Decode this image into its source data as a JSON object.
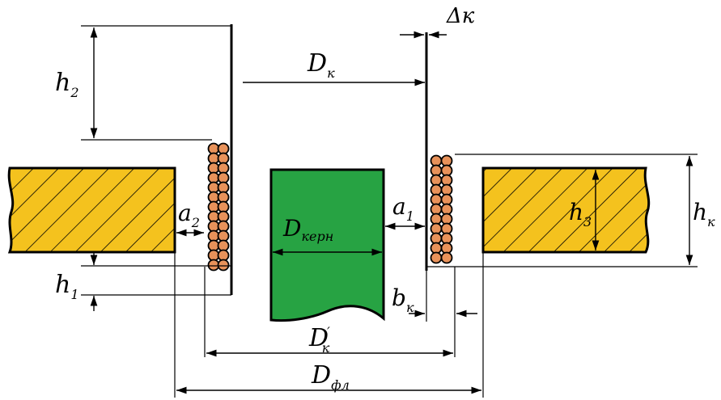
{
  "colors": {
    "yoke": "#f4c21e",
    "core": "#27a343",
    "coil": "#e8925a",
    "outline": "#000000"
  },
  "labels": {
    "h2": "h",
    "h2_sub": "2",
    "h1": "h",
    "h1_sub": "1",
    "h3": "h",
    "h3_sub": "3",
    "hk": "h",
    "hk_sub": "к",
    "a2": "a",
    "a2_sub": "2",
    "a1": "a",
    "a1_sub": "1",
    "bk": "b",
    "bk_sub": "к",
    "dk": "D",
    "dk_sub": "к",
    "dk_prime": "D",
    "dk_prime_sub": "к",
    "prime": "′",
    "dkern": "D",
    "dkern_sub": "керн",
    "dfl": "D",
    "dfl_sub": "фл",
    "delta_k": "Δк"
  }
}
